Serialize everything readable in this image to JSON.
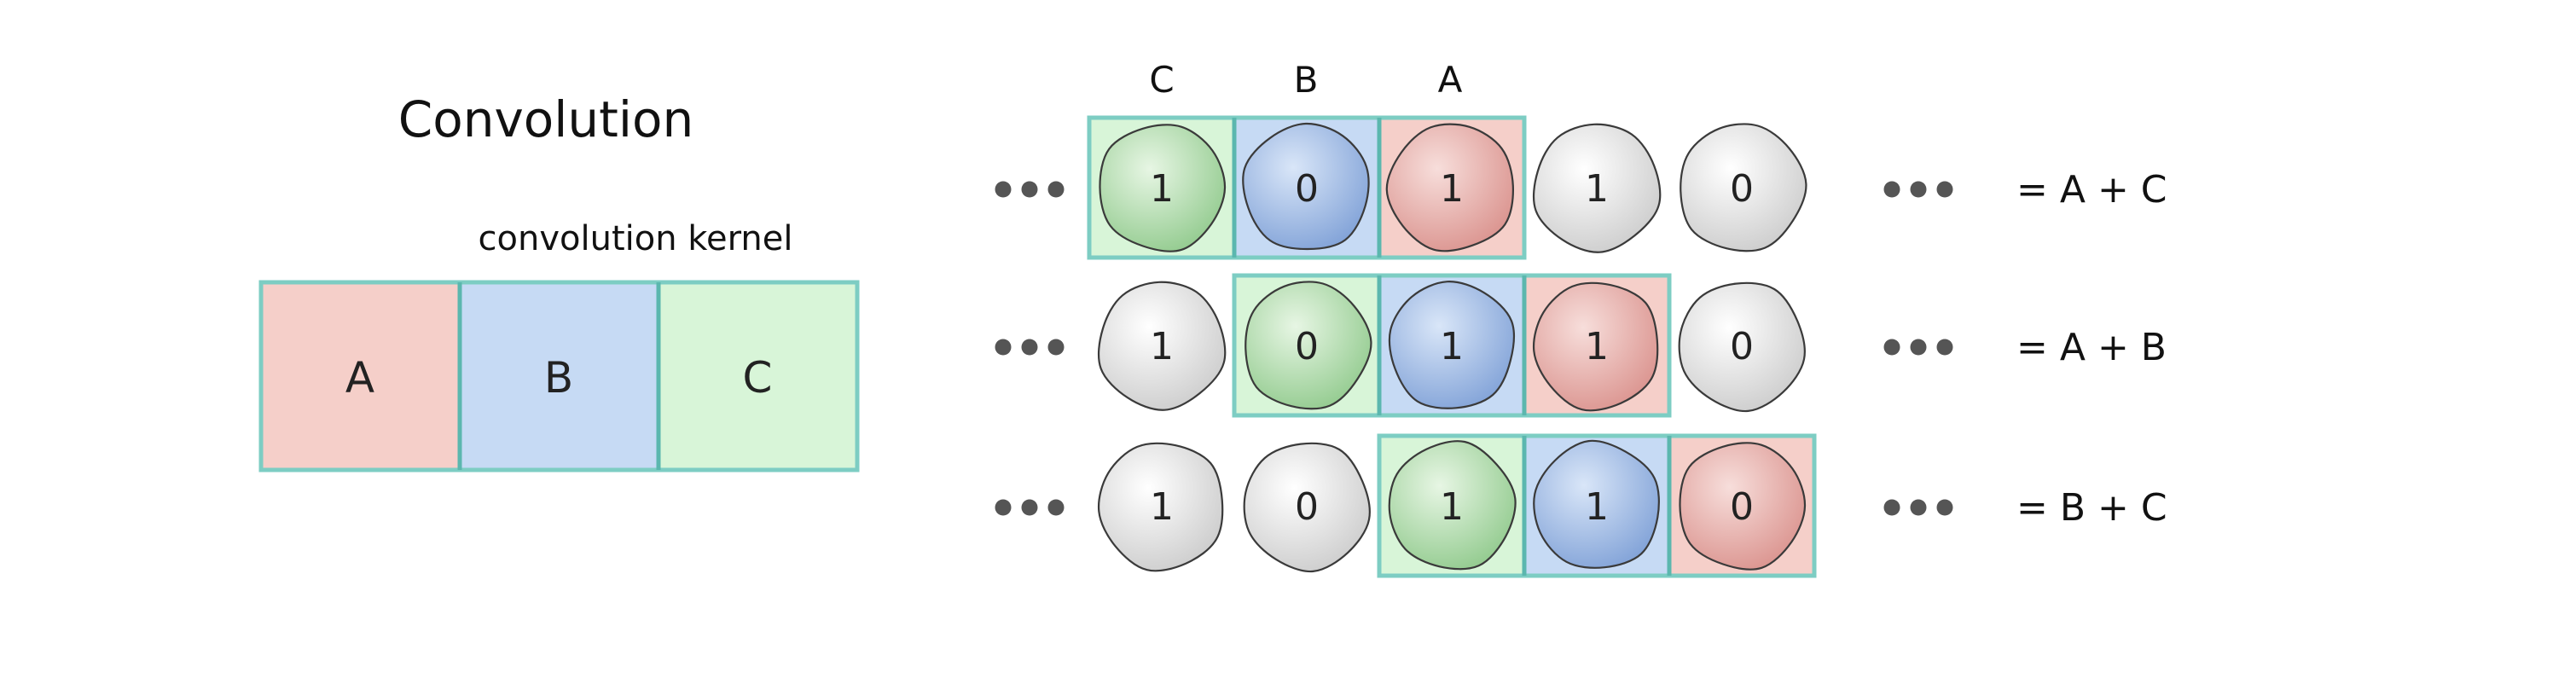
{
  "title": "Convolution",
  "kernel": {
    "label": "convolution kernel",
    "cells": [
      {
        "letter": "A",
        "color": "#f5cfc9"
      },
      {
        "letter": "B",
        "color": "#c6daf4"
      },
      {
        "letter": "C",
        "color": "#d8f5d8"
      }
    ]
  },
  "column_headers": [
    "C",
    "B",
    "A"
  ],
  "ellipsis": "•••",
  "rows": [
    {
      "values": [
        "1",
        "0",
        "1",
        "1",
        "0"
      ],
      "window_start": 0,
      "result": "= A + C"
    },
    {
      "values": [
        "1",
        "0",
        "1",
        "1",
        "0"
      ],
      "window_start": 1,
      "result": "= A + B"
    },
    {
      "values": [
        "1",
        "0",
        "1",
        "1",
        "0"
      ],
      "window_start": 2,
      "result": "= B + C"
    }
  ],
  "colors": {
    "frame": "#7dcdc3",
    "frame_dark": "#5bb7ae",
    "window_fill": [
      "#d8f5d8",
      "#c6daf4",
      "#f5cfc9"
    ],
    "blob_plain": "#e6e6e6",
    "blob_tint": [
      "#a9d8a6",
      "#97b5e4",
      "#e5a8a4"
    ],
    "dots": "#555555"
  }
}
